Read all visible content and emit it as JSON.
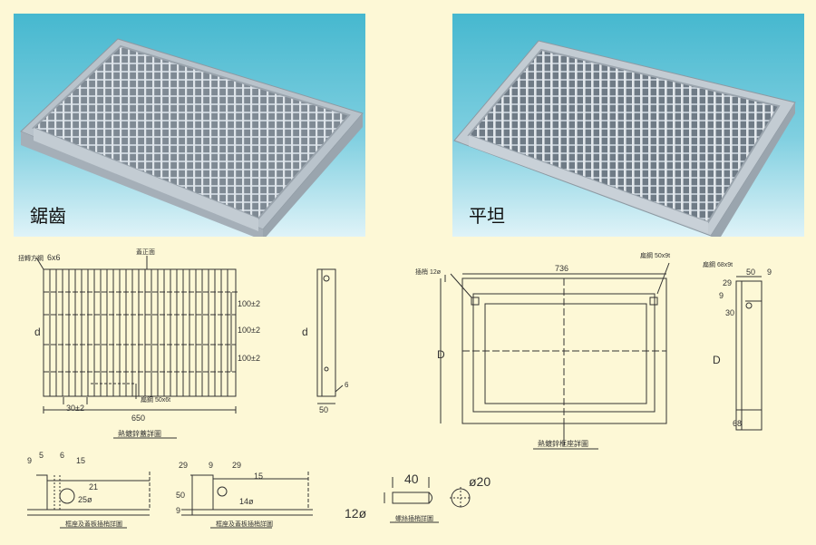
{
  "photos": {
    "left_label": "鋸齒",
    "right_label": "平坦"
  },
  "cover": {
    "label_square_bar": "扭轉方鋼",
    "square_bar_size": "6x6",
    "face_label": "蓋正面",
    "spacing_1": "100±2",
    "spacing_2": "100±2",
    "spacing_3": "100±2",
    "flat_bar": "扁鋼 50x6t",
    "pitch": "30±2",
    "width": "650",
    "d": "d",
    "caption": "熱鍍鋅蓋詳圖",
    "side_d": "d",
    "side_t": "6",
    "side_h": "50"
  },
  "frame": {
    "insert_label": "插梢 12ø",
    "top_bar": "扁鋼 50x9t",
    "width": "736",
    "D": "D",
    "caption": "熱鍍鋅框座詳圖",
    "side_bar": "扁鋼 68x9t",
    "side_50": "50",
    "side_9a": "9",
    "side_29": "29",
    "side_9b": "9",
    "side_30": "30",
    "side_D": "D",
    "side_68": "68"
  },
  "details": {
    "d1_9": "9",
    "d1_5": "5",
    "d1_6": "6",
    "d1_15": "15",
    "d1_21": "21",
    "d1_25": "25ø",
    "d1_caption": "框座及蓋板插梢詳圖",
    "d2_29a": "29",
    "d2_9": "9",
    "d2_29b": "29",
    "d2_15": "15",
    "d2_50": "50",
    "d2_14": "14ø",
    "d2_9b": "9",
    "d2_caption": "框座及蓋板插梢詳圖",
    "d3_40": "40",
    "d3_20": "ø20",
    "d3_12": "12ø",
    "d3_caption": "螺絲插梢詳圖"
  }
}
